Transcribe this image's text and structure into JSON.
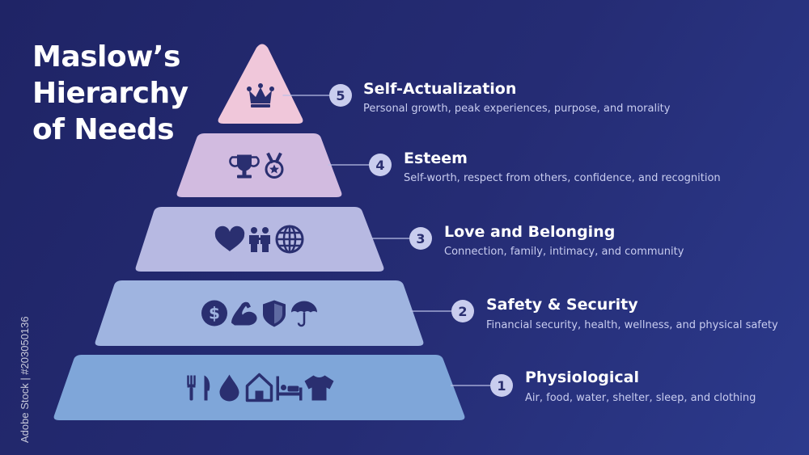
{
  "title": {
    "line1": "Maslow’s",
    "line2": "Hierarchy",
    "line3": "of Needs"
  },
  "watermark": "Adobe Stock | #203050136",
  "levels": [
    {
      "number": "5",
      "title": "Self-Actualization",
      "description": "Personal growth, peak experiences, purpose, and morality",
      "color": "#f0c7da",
      "icons": [
        "crown-icon"
      ]
    },
    {
      "number": "4",
      "title": "Esteem",
      "description": "Self-worth, respect from others, confidence, and recognition",
      "color": "#d2bbe0",
      "icons": [
        "trophy-icon",
        "medal-icon"
      ]
    },
    {
      "number": "3",
      "title": "Love and Belonging",
      "description": "Connection, family, intimacy, and community",
      "color": "#b7b9e2",
      "icons": [
        "heart-icon",
        "people-icon",
        "globe-icon"
      ]
    },
    {
      "number": "2",
      "title": "Safety & Security",
      "description": "Financial security, health, wellness, and physical safety",
      "color": "#9fb4e0",
      "icons": [
        "dollar-icon",
        "muscle-icon",
        "shield-icon",
        "umbrella-icon"
      ]
    },
    {
      "number": "1",
      "title": "Physiological",
      "description": "Air, food, water, shelter, sleep, and clothing",
      "color": "#7fa6d9",
      "icons": [
        "utensils-icon",
        "water-drop-icon",
        "house-icon",
        "bed-icon",
        "tshirt-icon"
      ]
    }
  ],
  "colors": {
    "background": "#232a6e",
    "icon": "#2a2f70",
    "text": "#ffffff",
    "subtext": "#c9cdf0"
  }
}
